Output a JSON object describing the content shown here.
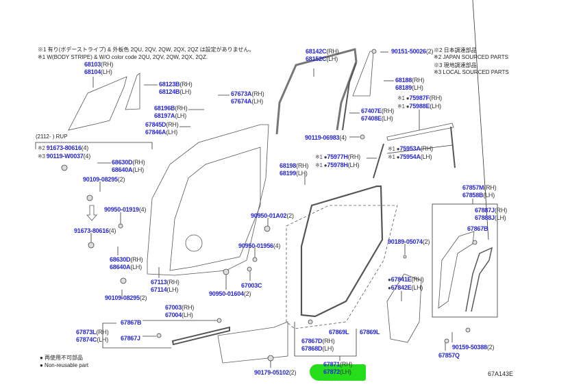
{
  "notes": {
    "top_jp": "※1 有り(ボデーストライプ) & 外板色 2QU, 2QV, 2QW, 2QX, 2QZ は設定がありません。",
    "top_en": "※1 W(BODY STRIPE) & W/O color code 2QU, 2QV, 2QW, 2QX, 2QZ.",
    "right": [
      "※2 日本調達部品",
      "※2 JAPAN SOURCED PARTS",
      "※3 現地調達部品",
      "※3 LOCAL SOURCED PARTS"
    ],
    "rup": "(2112-      ) RUP",
    "legend_jp": "● 再使用不可部品",
    "legend_en": "● Non-reusable part",
    "diagram_code": "67A143E"
  },
  "highlight_color": "#26dd1c",
  "callouts": [
    {
      "lines": [
        {
          "prefix": "",
          "num": "68103",
          "suffix": "(RH)"
        },
        {
          "prefix": "",
          "num": "68104",
          "suffix": "(LH)"
        }
      ]
    },
    {
      "lines": [
        {
          "prefix": "",
          "num": "68123B",
          "suffix": "(RH)"
        },
        {
          "prefix": "",
          "num": "68124B",
          "suffix": "(LH)"
        }
      ]
    },
    {
      "lines": [
        {
          "prefix": "",
          "num": "67673A",
          "suffix": "(RH)"
        },
        {
          "prefix": "",
          "num": "67674A",
          "suffix": "(LH)"
        }
      ]
    },
    {
      "lines": [
        {
          "prefix": "",
          "num": "68196B",
          "suffix": "(RH)"
        },
        {
          "prefix": "",
          "num": "68197A",
          "suffix": "(LH)"
        }
      ]
    },
    {
      "lines": [
        {
          "prefix": "",
          "num": "67845D",
          "suffix": "(RH)"
        },
        {
          "prefix": "",
          "num": "67846A",
          "suffix": "(LH)"
        }
      ]
    },
    {
      "lines": [
        {
          "prefix": "※2 ",
          "num": "91673-80616",
          "suffix": "(4)"
        },
        {
          "prefix": "※3 ",
          "num": "90119-W0037",
          "suffix": "(4)"
        }
      ]
    },
    {
      "lines": [
        {
          "prefix": "",
          "num": "68630D",
          "suffix": "(RH)"
        },
        {
          "prefix": "",
          "num": "68640A",
          "suffix": "(LH)"
        }
      ]
    },
    {
      "lines": [
        {
          "prefix": "",
          "num": "90109-08295",
          "suffix": "(2)"
        }
      ]
    },
    {
      "lines": [
        {
          "prefix": "",
          "num": "90950-01919",
          "suffix": "(4)"
        }
      ]
    },
    {
      "lines": [
        {
          "prefix": "",
          "num": "91673-80616",
          "suffix": "(4)"
        }
      ]
    },
    {
      "lines": [
        {
          "prefix": "",
          "num": "68630D",
          "suffix": "(RH)"
        },
        {
          "prefix": "",
          "num": "68640A",
          "suffix": "(LH)"
        }
      ]
    },
    {
      "lines": [
        {
          "prefix": "",
          "num": "90109-08295",
          "suffix": "(2)"
        }
      ]
    },
    {
      "lines": [
        {
          "prefix": "",
          "num": "67113",
          "suffix": "(RH)"
        },
        {
          "prefix": "",
          "num": "67114",
          "suffix": "(LH)"
        }
      ]
    },
    {
      "lines": [
        {
          "prefix": "",
          "num": "67003",
          "suffix": "(RH)"
        },
        {
          "prefix": "",
          "num": "67004",
          "suffix": "(LH)"
        }
      ]
    },
    {
      "lines": [
        {
          "prefix": "",
          "num": "90950-01604",
          "suffix": "(2)"
        }
      ]
    },
    {
      "lines": [
        {
          "prefix": "",
          "num": "67003C",
          "suffix": ""
        }
      ]
    },
    {
      "lines": [
        {
          "prefix": "",
          "num": "90950-01A02",
          "suffix": "(2)"
        }
      ]
    },
    {
      "lines": [
        {
          "prefix": "",
          "num": "90950-01956",
          "suffix": "(4)"
        }
      ]
    },
    {
      "lines": [
        {
          "prefix": "",
          "num": "68198",
          "suffix": "(RH)"
        },
        {
          "prefix": "",
          "num": "68199",
          "suffix": "(LH)"
        }
      ]
    },
    {
      "lines": [
        {
          "prefix": "",
          "num": "68142C",
          "suffix": "(RH)"
        },
        {
          "prefix": "",
          "num": "68152C",
          "suffix": "(LH)"
        }
      ]
    },
    {
      "lines": [
        {
          "prefix": "",
          "num": "90151-50026",
          "suffix": "(2)"
        }
      ]
    },
    {
      "lines": [
        {
          "prefix": "",
          "num": "68188",
          "suffix": "(RH)"
        },
        {
          "prefix": "",
          "num": "68189",
          "suffix": "(LH)"
        }
      ]
    },
    {
      "lines": [
        {
          "prefix": "※1 ●",
          "num": "75987F",
          "suffix": "(RH)"
        },
        {
          "prefix": "※1 ●",
          "num": "75988E",
          "suffix": "(LH)"
        }
      ]
    },
    {
      "lines": [
        {
          "prefix": "",
          "num": "67407E",
          "suffix": "(RH)"
        },
        {
          "prefix": "",
          "num": "67408E",
          "suffix": "(LH)"
        }
      ]
    },
    {
      "lines": [
        {
          "prefix": "",
          "num": "90119-06983",
          "suffix": "(4)"
        }
      ]
    },
    {
      "lines": [
        {
          "prefix": "※1 ●",
          "num": "75953A",
          "suffix": "(RH)"
        },
        {
          "prefix": "※1 ●",
          "num": "75954A",
          "suffix": "(LH)"
        }
      ]
    },
    {
      "lines": [
        {
          "prefix": "※1 ●",
          "num": "75977H",
          "suffix": "(RH)"
        },
        {
          "prefix": "※1 ●",
          "num": "75978H",
          "suffix": "(LH)"
        }
      ]
    },
    {
      "lines": [
        {
          "prefix": "",
          "num": "67857M",
          "suffix": "(RH)"
        },
        {
          "prefix": "",
          "num": "67858B",
          "suffix": "(LH)"
        }
      ]
    },
    {
      "lines": [
        {
          "prefix": "",
          "num": "67887J",
          "suffix": "(RH)"
        },
        {
          "prefix": "",
          "num": "67888J",
          "suffix": "(LH)"
        }
      ]
    },
    {
      "lines": [
        {
          "prefix": "",
          "num": "67867B",
          "suffix": ""
        }
      ]
    },
    {
      "lines": [
        {
          "prefix": "",
          "num": "90189-05074",
          "suffix": "(2)"
        }
      ]
    },
    {
      "lines": [
        {
          "prefix": "●",
          "num": "67841E",
          "suffix": "(RH)"
        },
        {
          "prefix": "●",
          "num": "67842E",
          "suffix": "(LH)"
        }
      ]
    },
    {
      "lines": [
        {
          "prefix": "",
          "num": "67869L",
          "suffix": ""
        }
      ]
    },
    {
      "lines": [
        {
          "prefix": "",
          "num": "67869L",
          "suffix": ""
        }
      ]
    },
    {
      "lines": [
        {
          "prefix": "",
          "num": "67867D",
          "suffix": "(RH)"
        },
        {
          "prefix": "",
          "num": "67868D",
          "suffix": "(LH)"
        }
      ]
    },
    {
      "lines": [
        {
          "prefix": "",
          "num": "67871",
          "suffix": "(RH)"
        },
        {
          "prefix": "",
          "num": "67872",
          "suffix": "(LH)"
        }
      ]
    },
    {
      "lines": [
        {
          "prefix": "",
          "num": "90159-50388",
          "suffix": "(2)"
        }
      ]
    },
    {
      "lines": [
        {
          "prefix": "",
          "num": "67857Q",
          "suffix": ""
        }
      ]
    },
    {
      "lines": [
        {
          "prefix": "",
          "num": "90179-05102",
          "suffix": "(2)"
        }
      ]
    },
    {
      "lines": [
        {
          "prefix": "",
          "num": "67873L",
          "suffix": "(RH)"
        },
        {
          "prefix": "",
          "num": "67874C",
          "suffix": "(LH)"
        }
      ]
    },
    {
      "lines": [
        {
          "prefix": "",
          "num": "67867B",
          "suffix": ""
        }
      ]
    },
    {
      "lines": [
        {
          "prefix": "",
          "num": "67867J",
          "suffix": ""
        }
      ]
    }
  ]
}
